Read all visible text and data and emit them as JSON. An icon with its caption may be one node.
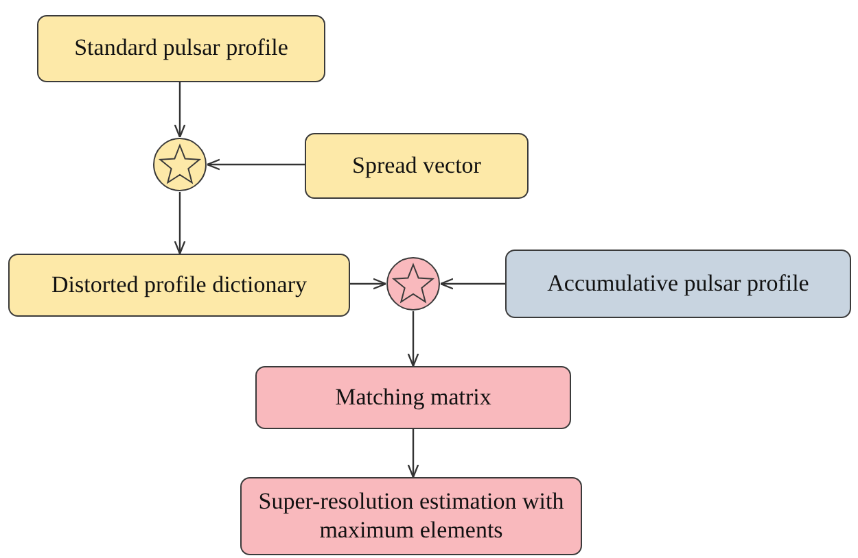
{
  "diagram": {
    "nodes": [
      {
        "text": [
          "Standard pulsar profile"
        ]
      },
      {
        "text": [],
        "shape": "circle"
      },
      {
        "text": [
          "Spread vector"
        ]
      },
      {
        "text": [
          "Distorted profile dictionary"
        ]
      },
      {
        "text": [],
        "shape": "circle"
      },
      {
        "text": [
          "Accumulative pulsar profile"
        ]
      },
      {
        "text": [
          "Matching matrix"
        ]
      },
      {
        "text": [
          "Super-resolution estimation with maximum elements"
        ]
      }
    ],
    "edges": [
      {
        "from": 0,
        "to": 1,
        "arrow": "to"
      },
      {
        "from": 2,
        "to": 1,
        "arrow": "to"
      },
      {
        "from": 1,
        "to": 3,
        "arrow": "to"
      },
      {
        "from": 3,
        "to": 4,
        "arrow": "to"
      },
      {
        "from": 5,
        "to": 4,
        "arrow": "to"
      },
      {
        "from": 4,
        "to": 6,
        "arrow": "to"
      },
      {
        "from": 6,
        "to": 7,
        "arrow": "to"
      }
    ]
  }
}
